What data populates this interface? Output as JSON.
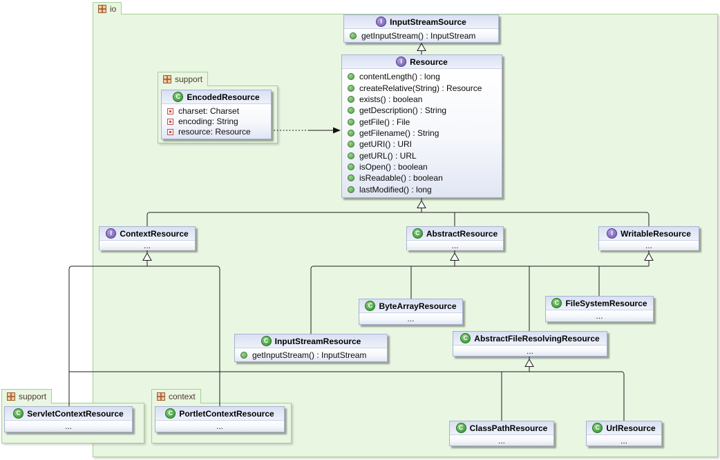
{
  "canvas": {
    "type": "uml-class-diagram"
  },
  "icons": {
    "interface_letter": "I",
    "class_letter": "C"
  },
  "packages": {
    "io": {
      "label": "io"
    },
    "support_top": {
      "label": "support"
    },
    "support_bottom": {
      "label": "support"
    },
    "context": {
      "label": "context"
    }
  },
  "classes": {
    "inputStreamSource": {
      "name": "InputStreamSource",
      "kind": "interface",
      "members": [
        "getInputStream() : InputStream"
      ]
    },
    "resource": {
      "name": "Resource",
      "kind": "interface",
      "members": [
        "contentLength() : long",
        "createRelative(String) : Resource",
        "exists() : boolean",
        "getDescription() : String",
        "getFile() : File",
        "getFilename() : String",
        "getURI() : URI",
        "getURL() : URL",
        "isOpen() : boolean",
        "isReadable() : boolean",
        "lastModified() : long"
      ]
    },
    "encodedResource": {
      "name": "EncodedResource",
      "kind": "class",
      "fields": [
        "charset: Charset",
        "encoding: String",
        "resource: Resource"
      ]
    },
    "contextResource": {
      "name": "ContextResource",
      "kind": "interface",
      "collapsed": "..."
    },
    "abstractResource": {
      "name": "AbstractResource",
      "kind": "class",
      "collapsed": "..."
    },
    "writableResource": {
      "name": "WritableResource",
      "kind": "interface",
      "collapsed": "..."
    },
    "byteArrayResource": {
      "name": "ByteArrayResource",
      "kind": "class",
      "collapsed": "..."
    },
    "fileSystemResource": {
      "name": "FileSystemResource",
      "kind": "class",
      "collapsed": "..."
    },
    "inputStreamResource": {
      "name": "InputStreamResource",
      "kind": "class",
      "members": [
        "getInputStream() : InputStream"
      ]
    },
    "abstractFileResolvingResource": {
      "name": "AbstractFileResolvingResource",
      "kind": "class",
      "collapsed": "..."
    },
    "servletContextResource": {
      "name": "ServletContextResource",
      "kind": "class",
      "collapsed": "..."
    },
    "portletContextResource": {
      "name": "PortletContextResource",
      "kind": "class",
      "collapsed": "..."
    },
    "classPathResource": {
      "name": "ClassPathResource",
      "kind": "class",
      "collapsed": "..."
    },
    "urlResource": {
      "name": "UrlResource",
      "kind": "class",
      "collapsed": "..."
    }
  },
  "colors": {
    "package_fill": "#e9f6e2",
    "package_border": "#a8cd99",
    "box_border": "#a6b1d2",
    "box_header_top": "#d9e0f3",
    "box_body_bottom": "#e1e6f4",
    "interface_icon": "#7058ab",
    "class_icon": "#2f8f2f",
    "method_icon": "#55a04a",
    "field_icon": "#c0504d",
    "connector": "#1a1a1a"
  }
}
